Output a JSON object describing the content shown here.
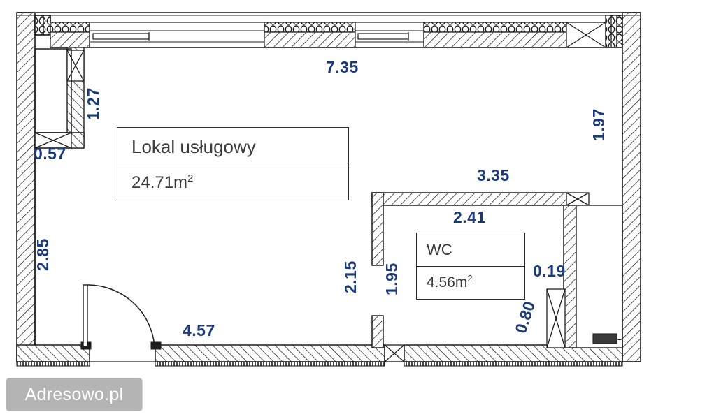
{
  "document": {
    "type": "floor-plan",
    "title": "Lokal usługowy floor plan"
  },
  "rooms": [
    {
      "id": "lokal",
      "name": "Lokal usługowy",
      "area": "24.71m",
      "area_unit_sup": "2"
    },
    {
      "id": "wc",
      "name": "WC",
      "area": "4.56m",
      "area_unit_sup": "2"
    }
  ],
  "dimensions": {
    "top_main": "7.35",
    "left_upper": "1.27",
    "left_alcove": "0.57",
    "left_lower": "2.85",
    "right_upper": "1.97",
    "right_mid": "3.35",
    "wc_top": "2.41",
    "wc_left_outer": "2.15",
    "wc_left_inner": "1.95",
    "wc_right": "0.19",
    "wc_door": "0.80",
    "bottom_main": "4.57"
  },
  "watermark": {
    "text": "Adresowo.pl"
  },
  "colors": {
    "dimension_text": "#1b3a7c",
    "wall_line": "#1f1f1f",
    "label_text": "#3a3a3a",
    "watermark_bg": "#b4b4b4",
    "background": "#ffffff"
  }
}
